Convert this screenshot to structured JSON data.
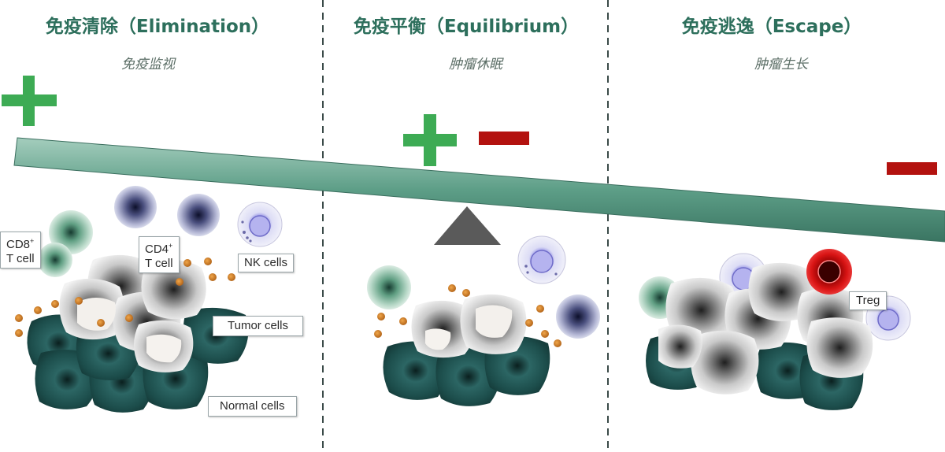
{
  "phases": [
    {
      "title": "免疫清除（Elimination）",
      "subtitle": "免疫监视"
    },
    {
      "title": "免疫平衡（Equilibrium）",
      "subtitle": "肿瘤休眠"
    },
    {
      "title": "免疫逃逸（Escape）",
      "subtitle": "肿瘤生长"
    }
  ],
  "labels": {
    "cd8": "CD8",
    "cd8_sup": "+",
    "cd4": "CD4",
    "cd4_sup": "+",
    "t_cell": "T cell",
    "nk": "NK cells",
    "tumor": "Tumor cells",
    "normal": "Normal cells",
    "treg": "Treg"
  },
  "colors": {
    "title": "#2d6f5c",
    "beam": "#5d9e87",
    "plus": "#3dab54",
    "minus": "#b3120f",
    "normal_cell": "#1f5350",
    "treg": "#c81010"
  }
}
